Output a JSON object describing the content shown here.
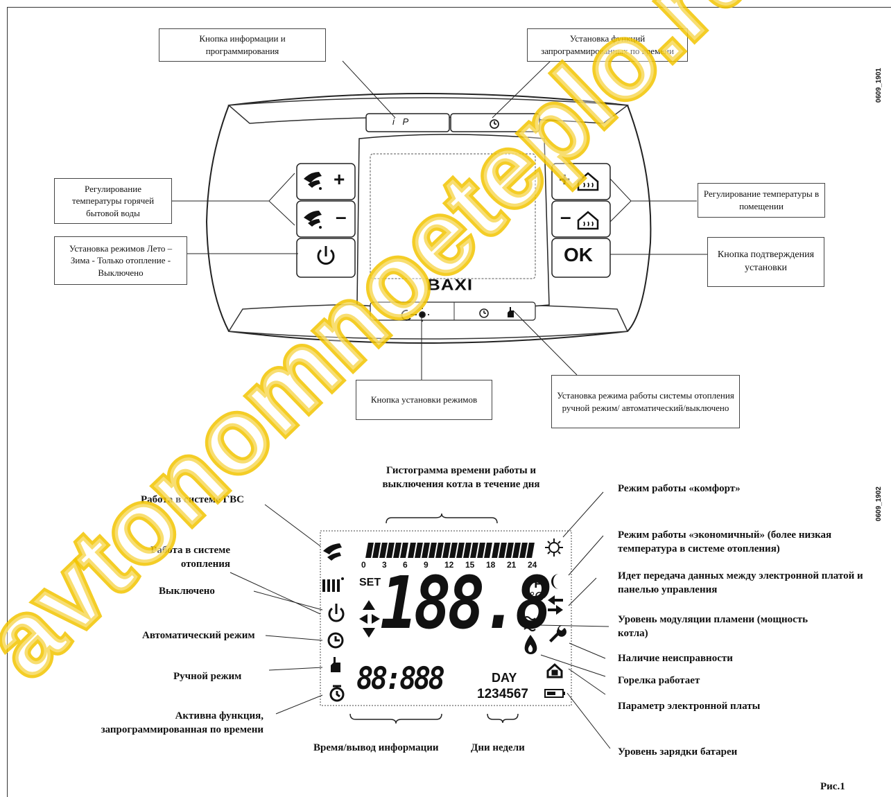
{
  "figure_codes": {
    "top": "0609_1901",
    "bottom": "0609_1902"
  },
  "figure_label": "Рис.1",
  "brand": "BAXI",
  "panel": {
    "callouts": {
      "info_prog": "Кнопка информации и программирования",
      "timed_func": "Установка функций запрограммированных по времени",
      "dhw_temp": "Регулирование температуры горячей бытовой воды",
      "room_temp": "Регулирование температуры в помещении",
      "mode_set": "Установка режимов Лето – Зима - Только отопление - Выключено",
      "confirm": "Кнопка подтверждения установки",
      "mode_button": "Кнопка установки режимов",
      "heating_mode": "Установка режима работы системы отопления ручной режим/ автоматический/выключено"
    },
    "buttons": {
      "plus": "+",
      "minus": "–",
      "ok": "OK",
      "info_key": "i P"
    }
  },
  "display": {
    "left_labels": {
      "dhw": "Работа в системе ГВС",
      "heating": "Работа в системе отопления",
      "off": "Выключено",
      "auto": "Автоматический режим",
      "manual": "Ручной режим",
      "timed": "Активна функция, запрограммированная по времени"
    },
    "right_labels": {
      "comfort": "Режим работы «комфорт»",
      "economy": "Режим работы «экономичный» (более низкая температура в системе отопления)",
      "comm": "Идет передача данных между электронной платой и панелью управления",
      "modulation": "Уровень модуляции пламени (мощность котла)",
      "fault": "Наличие неисправности",
      "burner": "Горелка работает",
      "param": "Параметр электронной платы",
      "battery": "Уровень зарядки батареи"
    },
    "top_label": "Гистограмма времени работы и выключения котла в течение дня",
    "bottom_labels": {
      "time": "Время/вывод информации",
      "days": "Дни недели"
    },
    "lcd": {
      "hours": [
        "0",
        "3",
        "6",
        "9",
        "12",
        "15",
        "18",
        "21",
        "24"
      ],
      "set": "SET",
      "big_digits": "188.8",
      "unit_f": "°F",
      "unit_c": "°C",
      "small_digits": "88:888",
      "day": "DAY",
      "weekdays": "1234567"
    }
  },
  "watermark": "avtonomnoeteplo.ru"
}
